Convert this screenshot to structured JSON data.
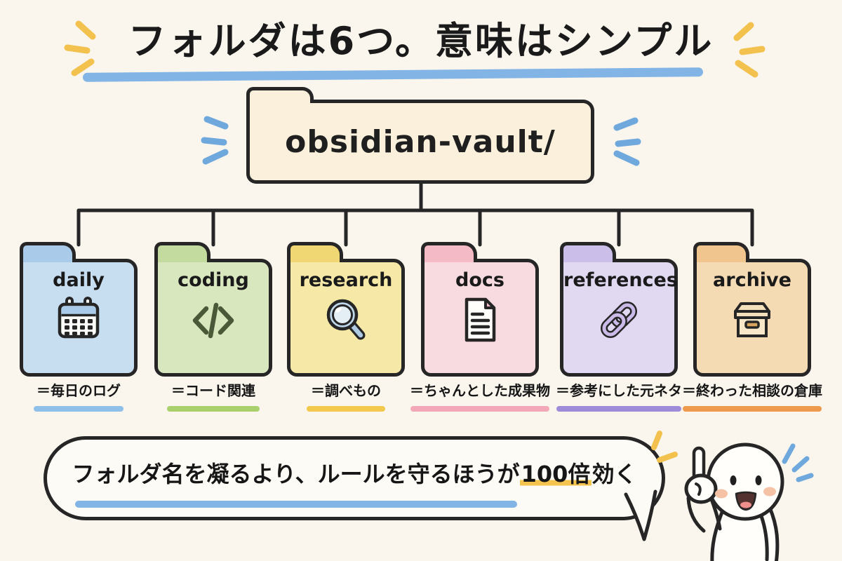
{
  "title": {
    "text": "フォルダは6つ。意味はシンプル",
    "underline_color": "#82B5E6",
    "sparkle_color": "#F2C14E"
  },
  "tree": {
    "root": {
      "label": "obsidian-vault/",
      "fill_color": "#FAF0DB",
      "sparkle_color": "#6FA8DC"
    },
    "folders": [
      {
        "label": "daily",
        "icon": "calendar-icon",
        "caption": "＝毎日のログ",
        "body_color": "#C7DDF0",
        "tab_color": "#A9CBE9",
        "underline_color": "#8FC0EA"
      },
      {
        "label": "coding",
        "icon": "code-icon",
        "caption": "＝コード関連",
        "body_color": "#D9E7BE",
        "tab_color": "#C3DB9E",
        "underline_color": "#A9D06B"
      },
      {
        "label": "research",
        "icon": "magnifier-icon",
        "caption": "＝調べもの",
        "body_color": "#F6E8A6",
        "tab_color": "#F1D773",
        "underline_color": "#F2C94C"
      },
      {
        "label": "docs",
        "icon": "document-icon",
        "caption": "＝ちゃんとした成果物",
        "body_color": "#F8DBE1",
        "tab_color": "#F4BAC6",
        "underline_color": "#F2A8B8"
      },
      {
        "label": "references",
        "icon": "link-icon",
        "caption": "＝参考にした元ネタ",
        "body_color": "#E1D8F2",
        "tab_color": "#CBBEE9",
        "underline_color": "#9E8CD8"
      },
      {
        "label": "archive",
        "icon": "box-icon",
        "caption": "＝終わった相談の倉庫",
        "body_color": "#F5DBB3",
        "tab_color": "#F1C68E",
        "underline_color": "#EE9A4D"
      }
    ]
  },
  "speech_bubble": {
    "text_before": "フォルダ名を凝るより、ルールを守るほうが",
    "highlight": "100倍",
    "text_after": "効く",
    "underline_color": "#82B5E6",
    "highlight_color": "#F5C44E"
  },
  "mascot": {
    "type": "smiling-blob-pointing-up"
  }
}
